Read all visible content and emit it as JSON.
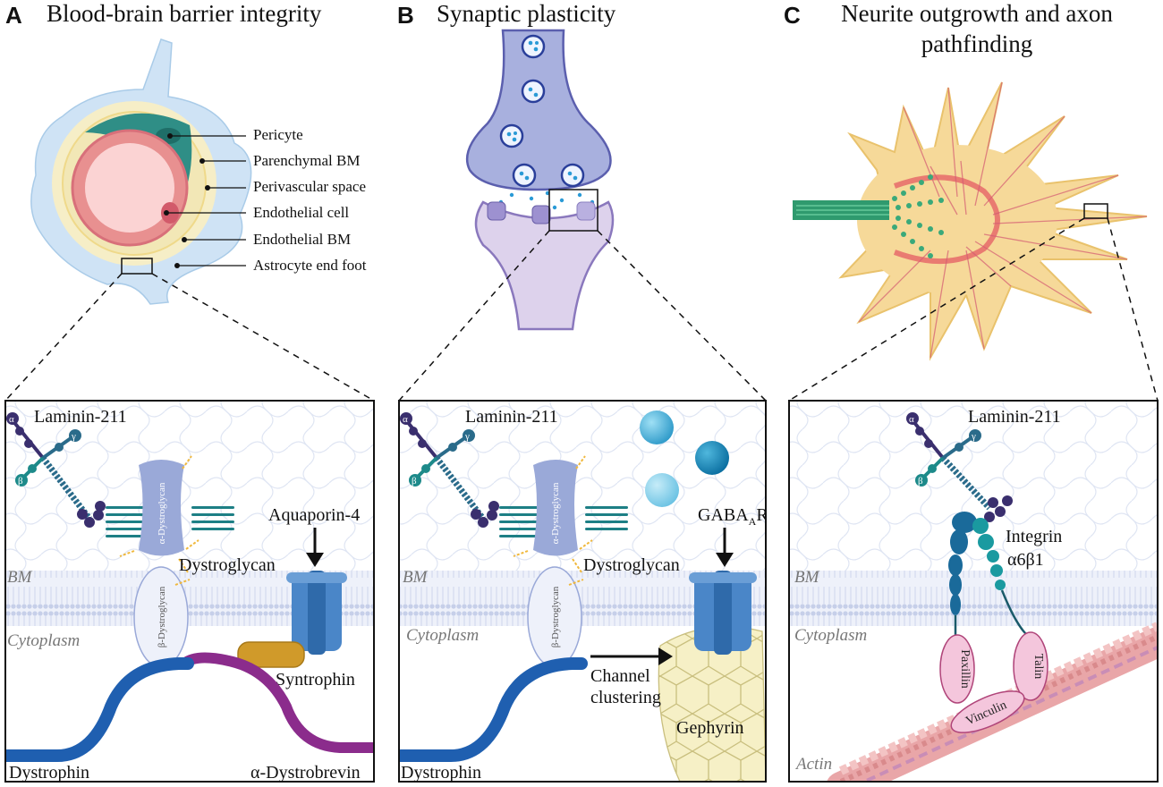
{
  "panels": {
    "a": {
      "letter": "A",
      "title": "Blood-brain barrier integrity",
      "callouts": [
        "Pericyte",
        "Parenchymal BM",
        "Perivascular space",
        "Endothelial cell",
        "Endothelial BM",
        "Astrocyte end foot"
      ],
      "laminin": "Laminin-211",
      "aquaporin": "Aquaporin-4",
      "dystroglycan": "Dystroglycan",
      "alpha_dg": "α-Dystroglycan",
      "beta_dg": "β-Dystroglycan",
      "bm": "BM",
      "cytoplasm": "Cytoplasm",
      "syntrophin": "Syntrophin",
      "dystrophin": "Dystrophin",
      "dystrobrevin": "α-Dystrobrevin"
    },
    "b": {
      "letter": "B",
      "title": "Synaptic plasticity",
      "laminin": "Laminin-211",
      "gaba_main": "GABA",
      "gaba_sub": "A",
      "gaba_end": "R",
      "dystroglycan": "Dystroglycan",
      "alpha_dg": "α-Dystroglycan",
      "beta_dg": "β-Dystroglycan",
      "bm": "BM",
      "cytoplasm": "Cytoplasm",
      "channel_line1": "Channel",
      "channel_line2": "clustering",
      "gephyrin": "Gephyrin",
      "dystrophin": "Dystrophin"
    },
    "c": {
      "letter": "C",
      "title_line1": "Neurite outgrowth and axon",
      "title_line2": "pathfinding",
      "laminin": "Laminin-211",
      "integrin_line1": "Integrin",
      "integrin_line2": "α6β1",
      "bm": "BM",
      "cytoplasm": "Cytoplasm",
      "paxillin": "Paxillin",
      "talin": "Talin",
      "vinculin": "Vinculin",
      "actin": "Actin"
    }
  },
  "laminin_chains": [
    "α",
    "β",
    "γ"
  ],
  "colors": {
    "dg_blue": "#9aa9d8",
    "dystrophin": "#1f5fb0",
    "dystrobrevin": "#8b2c8c",
    "syntrophin": "#d09a2a",
    "channel": "#4a86c8",
    "laminin_dark": "#3a2f6e",
    "laminin_teal": "#1d8a8a",
    "pink": "#f4c6dc",
    "gephyrin": "#f6f0c6",
    "actin": "#e9a6a8"
  }
}
